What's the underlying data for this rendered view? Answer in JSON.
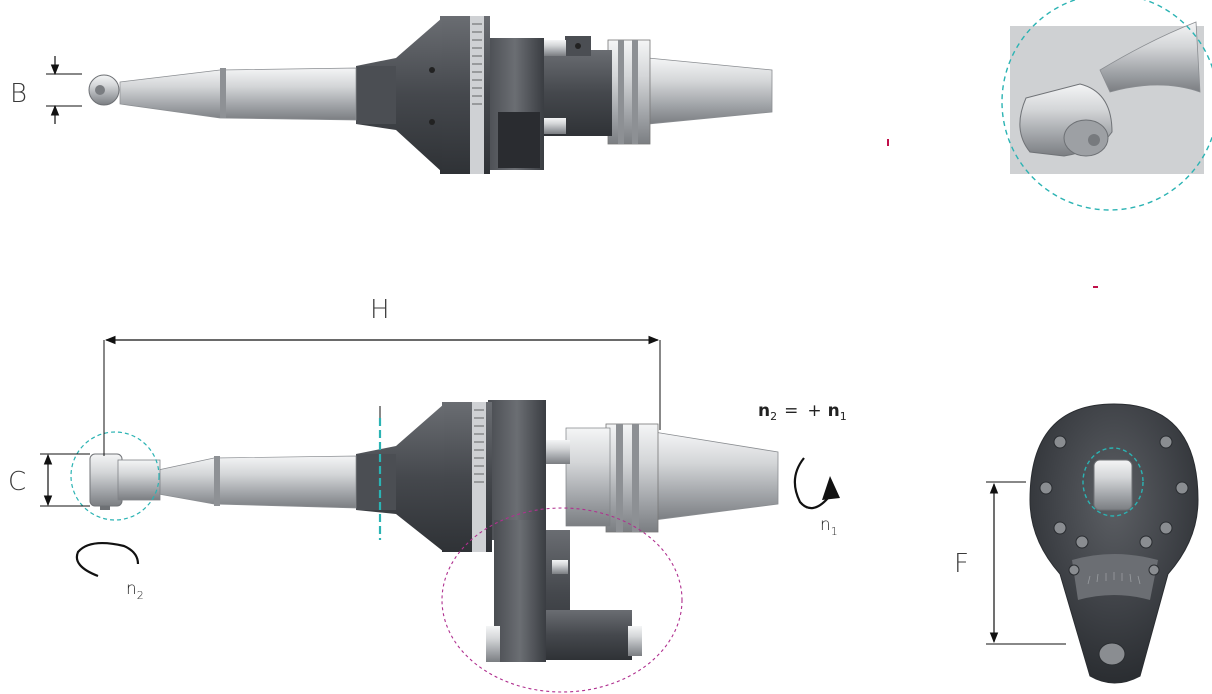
{
  "labels": {
    "B": "B",
    "H": "H",
    "C": "C",
    "F": "F"
  },
  "speed_relation": {
    "n2": "n",
    "n2_sub": "2",
    "equals": "=",
    "plus": "+",
    "n1": "n",
    "n1_sub": "1"
  },
  "rotation_labels": {
    "n1": "n",
    "n1_sub": "1",
    "n2": "n",
    "n2_sub": "2"
  },
  "colors": {
    "metal_light": "#d9dbdd",
    "metal_mid": "#a9acaf",
    "metal_dark": "#5d6065",
    "body_dark": "#3c3f44",
    "teal_dash": "#2bb3b3",
    "magenta_dash": "#b0308f",
    "accent_red": "#c0104a"
  }
}
